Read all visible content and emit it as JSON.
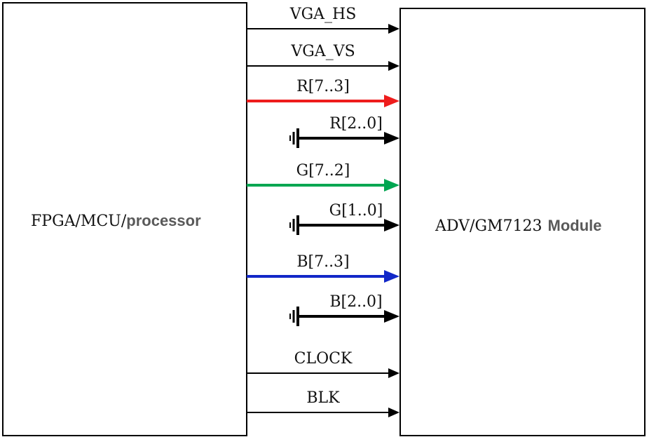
{
  "left_block": {
    "label_main": "FPGA/MCU/",
    "label_bold": "processor"
  },
  "right_block": {
    "label_main": "ADV/GM7123",
    "label_bold": "Module"
  },
  "colors": {
    "line": "#000000",
    "red": "#ee1c1c",
    "green": "#00a651",
    "blue": "#1228c8",
    "bold_text": "#595959"
  },
  "signals": [
    {
      "id": "vga-hs",
      "label": "VGA_HS",
      "color": "#000000",
      "grounded": false
    },
    {
      "id": "vga-vs",
      "label": "VGA_VS",
      "color": "#000000",
      "grounded": false
    },
    {
      "id": "r-high",
      "label": "R[7..3]",
      "color": "#ee1c1c",
      "grounded": false
    },
    {
      "id": "r-low",
      "label": "R[2..0]",
      "color": "#000000",
      "grounded": true
    },
    {
      "id": "g-high",
      "label": "G[7..2]",
      "color": "#00a651",
      "grounded": false
    },
    {
      "id": "g-low",
      "label": "G[1..0]",
      "color": "#000000",
      "grounded": true
    },
    {
      "id": "b-high",
      "label": "B[7..3]",
      "color": "#1228c8",
      "grounded": false
    },
    {
      "id": "b-low",
      "label": "B[2..0]",
      "color": "#000000",
      "grounded": true
    },
    {
      "id": "clock",
      "label": "CLOCK",
      "color": "#000000",
      "grounded": false
    },
    {
      "id": "blk",
      "label": "BLK",
      "color": "#000000",
      "grounded": false
    }
  ]
}
